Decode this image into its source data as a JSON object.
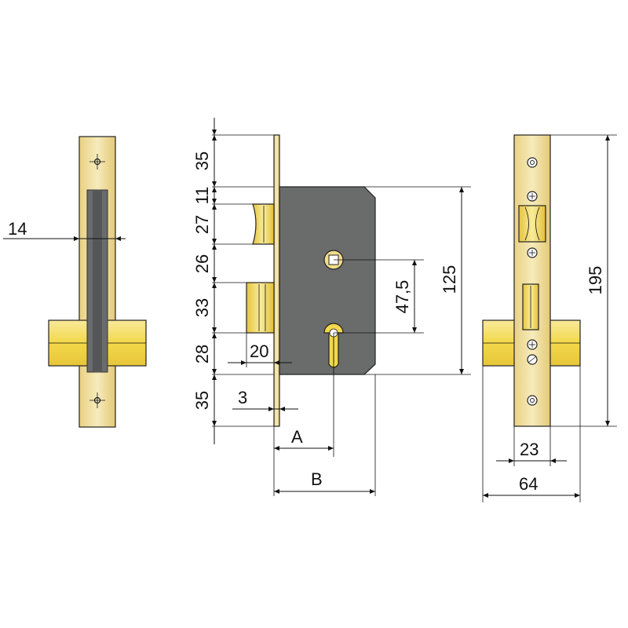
{
  "colors": {
    "brass": "#ead58c",
    "brass_light": "#f4e7b2",
    "brass_yellow": "#f2d84b",
    "brass_yellow_light": "#f8eca0",
    "steel": "#6a6b6b",
    "steel_dark": "#4c4d4e",
    "line": "#111111"
  },
  "dimensions": {
    "face_width": "14",
    "top_margin": "35",
    "upper_gap": "11",
    "latch_height": "27",
    "latch_to_follower": "26",
    "bolt_height": "33",
    "bolt_to_cylinder": "28",
    "bottom_margin": "35",
    "bolt_throw": "20",
    "plate_thickness": "3",
    "follower_to_cylinder": "47,5",
    "case_height": "125",
    "backset_label": "A",
    "case_depth_label": "B",
    "front_height": "195",
    "strike_width": "23",
    "front_width": "64"
  }
}
